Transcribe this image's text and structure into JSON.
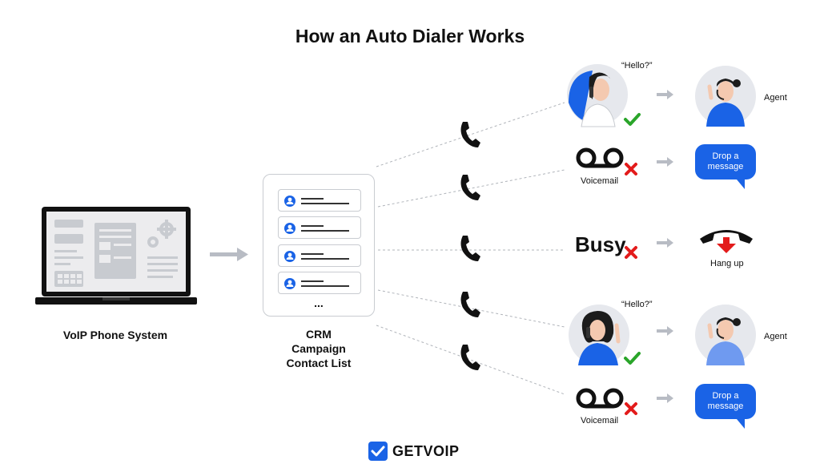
{
  "title": "How an Auto Dialer Works",
  "voip_label": "VoIP Phone System",
  "crm_label": [
    "CRM",
    "Campaign",
    "Contact List"
  ],
  "crm_more": "...",
  "outcomes": {
    "row1": {
      "quote": "“Hello?”",
      "result_label": "Agent",
      "status": "answered"
    },
    "row2": {
      "label": "Voicemail",
      "bubble": [
        "Drop a",
        "message"
      ],
      "status": "failed"
    },
    "row3": {
      "label": "Busy",
      "result_label": "Hang up",
      "status": "failed"
    },
    "row4": {
      "quote": "“Hello?”",
      "result_label": "Agent",
      "status": "answered"
    },
    "row5": {
      "label": "Voicemail",
      "bubble": [
        "Drop a",
        "message"
      ],
      "status": "failed"
    }
  },
  "logo": {
    "text": "GETVOIP",
    "icon": "checkmark-icon"
  },
  "colors": {
    "accent": "#1a63e6",
    "check": "#2aa52a",
    "cross": "#e31b1b",
    "arrow": "#b8bcc4"
  }
}
